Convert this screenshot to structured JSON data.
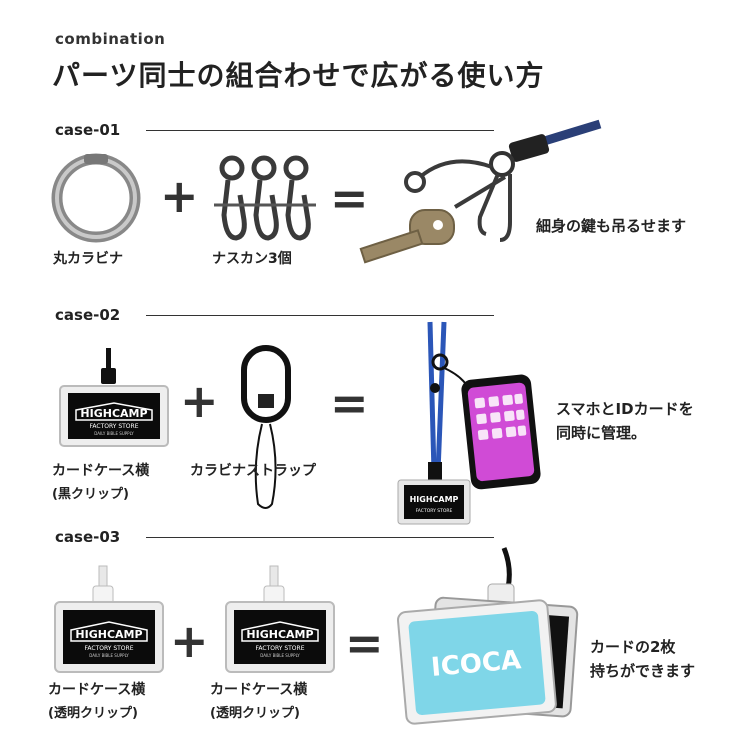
{
  "header": {
    "eyebrow": "combination",
    "title": "パーツ同士の組合わせで広がる使い方"
  },
  "cases": [
    {
      "label": "case-01",
      "item1": "丸カラビナ",
      "item2": "ナスカン3個",
      "result": "細身の鍵も吊るせます"
    },
    {
      "label": "case-02",
      "item1_line1": "カードケース横",
      "item1_line2": "(黒クリップ)",
      "item2": "カラビナストラップ",
      "result_line1": "スマホとIDカードを",
      "result_line2": "同時に管理。"
    },
    {
      "label": "case-03",
      "item1_line1": "カードケース横",
      "item1_line2": "(透明クリップ)",
      "item2_line1": "カードケース横",
      "item2_line2": "(透明クリップ)",
      "result_line1": "カードの2枚",
      "result_line2": "持ちができます"
    }
  ],
  "operators": {
    "plus": "+",
    "equals": "="
  },
  "card_print": {
    "brand": "HIGHCAMP",
    "store": "FACTORY STORE",
    "tag": "DAILY BIBLE SUPPLY",
    "icoca": "ICOCA"
  }
}
